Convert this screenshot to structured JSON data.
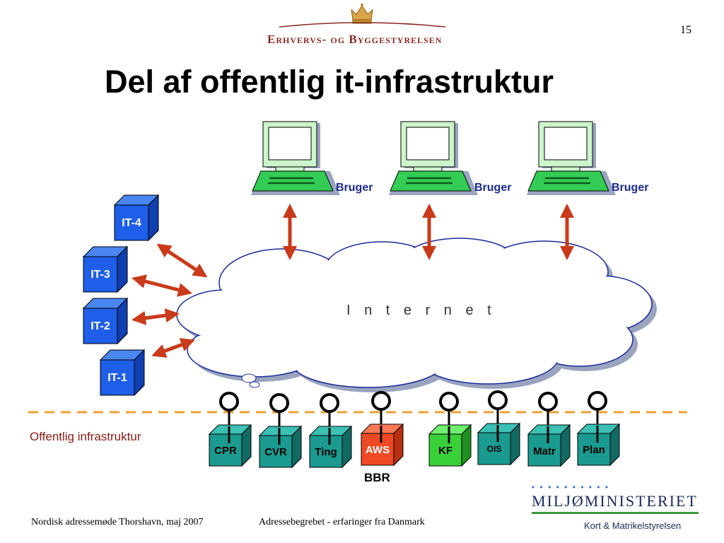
{
  "header": {
    "page_number": "15",
    "agency_name": "Erhvervs- og Byggestyrelsen",
    "logo_icon": "crown-icon",
    "title": "Del af offentlig it-infrastruktur"
  },
  "users": [
    {
      "label": "Bruger"
    },
    {
      "label": "Bruger"
    },
    {
      "label": "Bruger"
    }
  ],
  "cloud": {
    "label": "I n t e r n e t"
  },
  "it_systems": [
    {
      "label": "IT-4"
    },
    {
      "label": "IT-3"
    },
    {
      "label": "IT-2"
    },
    {
      "label": "IT-1"
    }
  ],
  "registers": [
    {
      "label": "CPR",
      "color": "#1b9a8f"
    },
    {
      "label": "CVR",
      "color": "#1b9a8f"
    },
    {
      "label": "Ting",
      "color": "#1b9a8f"
    },
    {
      "label": "AWS",
      "color": "#f04a24"
    },
    {
      "label": "KF",
      "color": "#3ad03a"
    },
    {
      "label": "OIS",
      "color": "#1b9a8f"
    },
    {
      "label": "Matr",
      "color": "#1b9a8f"
    },
    {
      "label": "Plan",
      "color": "#1b9a8f"
    }
  ],
  "infrastructure_label": "Offentlig infrastruktur",
  "bbr_label": "BBR",
  "footer": {
    "left": "Nordisk adressemøde Thorshavn, maj 2007",
    "right": "Adressebegrebet - erfaringer fra Danmark"
  },
  "ministry": {
    "dots": "• • • • • • • • • •",
    "name": "MILJØMINISTERIET",
    "sub": "Kort & Matrikelstyrelsen"
  },
  "colors": {
    "arrow": "#c83a1a",
    "it_box": "#1e5ee8",
    "dashed_line": "#f0a030",
    "computer": "#33cc55",
    "cloud_outline": "#1a2a9a"
  }
}
